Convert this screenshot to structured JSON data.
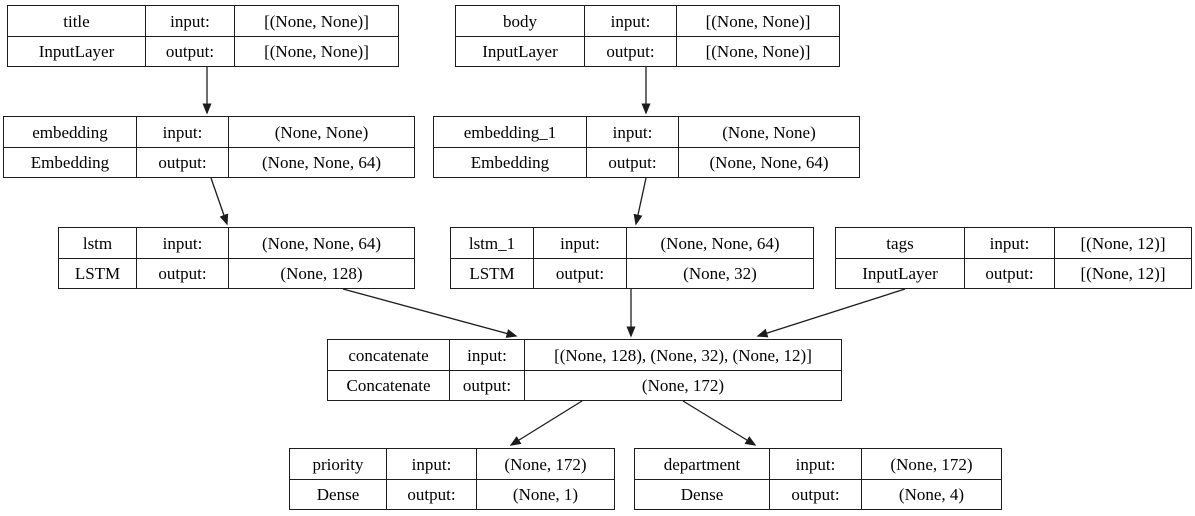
{
  "diagram": {
    "kind": "keras-model-architecture-graph",
    "colors": {
      "background": "#ffffff",
      "border": "#1c1c1c",
      "text": "#000000",
      "arrow": "#1c1c1c"
    },
    "nodes": [
      {
        "name": "title",
        "layer_type": "InputLayer",
        "input_label": "input:",
        "output_label": "output:",
        "input_shape": "[(None, None)]",
        "output_shape": "[(None, None)]"
      },
      {
        "name": "body",
        "layer_type": "InputLayer",
        "input_label": "input:",
        "output_label": "output:",
        "input_shape": "[(None, None)]",
        "output_shape": "[(None, None)]"
      },
      {
        "name": "embedding",
        "layer_type": "Embedding",
        "input_label": "input:",
        "output_label": "output:",
        "input_shape": "(None, None)",
        "output_shape": "(None, None, 64)"
      },
      {
        "name": "embedding_1",
        "layer_type": "Embedding",
        "input_label": "input:",
        "output_label": "output:",
        "input_shape": "(None, None)",
        "output_shape": "(None, None, 64)"
      },
      {
        "name": "lstm",
        "layer_type": "LSTM",
        "input_label": "input:",
        "output_label": "output:",
        "input_shape": "(None, None, 64)",
        "output_shape": "(None, 128)"
      },
      {
        "name": "lstm_1",
        "layer_type": "LSTM",
        "input_label": "input:",
        "output_label": "output:",
        "input_shape": "(None, None, 64)",
        "output_shape": "(None, 32)"
      },
      {
        "name": "tags",
        "layer_type": "InputLayer",
        "input_label": "input:",
        "output_label": "output:",
        "input_shape": "[(None, 12)]",
        "output_shape": "[(None, 12)]"
      },
      {
        "name": "concatenate",
        "layer_type": "Concatenate",
        "input_label": "input:",
        "output_label": "output:",
        "input_shape": "[(None, 128), (None, 32), (None, 12)]",
        "output_shape": "(None, 172)"
      },
      {
        "name": "priority",
        "layer_type": "Dense",
        "input_label": "input:",
        "output_label": "output:",
        "input_shape": "(None, 172)",
        "output_shape": "(None, 1)"
      },
      {
        "name": "department",
        "layer_type": "Dense",
        "input_label": "input:",
        "output_label": "output:",
        "input_shape": "(None, 172)",
        "output_shape": "(None, 4)"
      }
    ],
    "edges": [
      {
        "from": "title",
        "to": "embedding"
      },
      {
        "from": "body",
        "to": "embedding_1"
      },
      {
        "from": "embedding",
        "to": "lstm"
      },
      {
        "from": "embedding_1",
        "to": "lstm_1"
      },
      {
        "from": "lstm",
        "to": "concatenate"
      },
      {
        "from": "lstm_1",
        "to": "concatenate"
      },
      {
        "from": "tags",
        "to": "concatenate"
      },
      {
        "from": "concatenate",
        "to": "priority"
      },
      {
        "from": "concatenate",
        "to": "department"
      }
    ]
  }
}
